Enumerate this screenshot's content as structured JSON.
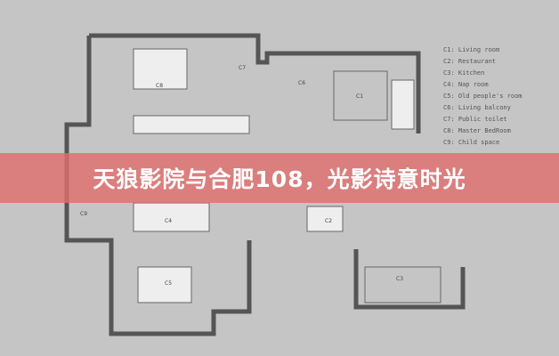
{
  "title": "天狼影院与合肥108，光影诗意时光",
  "legend": [
    "C1: Living room",
    "C2: Restaurant",
    "C3: Kitchen",
    "C4: Nap room",
    "C5: Old people's room",
    "C6: Living balcony",
    "C7: Public toilet",
    "C8: Master BedRoom",
    "C9: Child space"
  ],
  "room_labels": [
    "C8",
    "C1",
    "C6",
    "C2",
    "C5",
    "C3",
    "C4",
    "C7",
    "C9"
  ],
  "colors": {
    "background": "#c5c5c5",
    "wall": "#555555",
    "banner": "#de6e6e"
  }
}
